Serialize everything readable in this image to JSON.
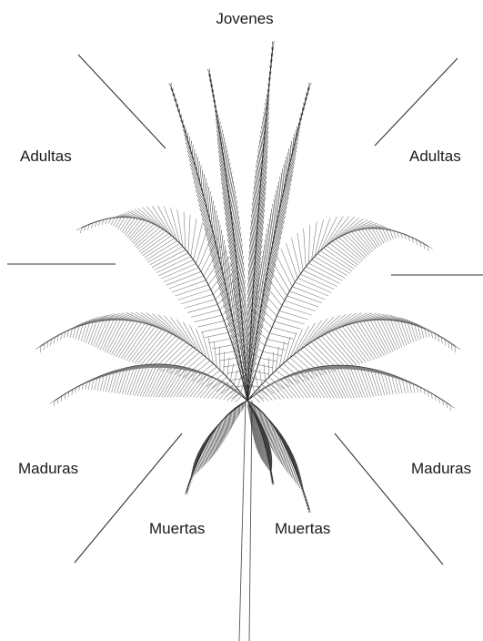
{
  "labels": {
    "top": "Jovenes",
    "upper_left": "Adultas",
    "upper_right": "Adultas",
    "mid_left": "Maduras",
    "mid_right": "Maduras",
    "lower_left": "Muertas",
    "lower_right": "Muertas"
  },
  "colors": {
    "frond": "#2b2b2b",
    "frond_light": "#6a6a6a",
    "leader_line": "#333333",
    "background": "#ffffff"
  }
}
